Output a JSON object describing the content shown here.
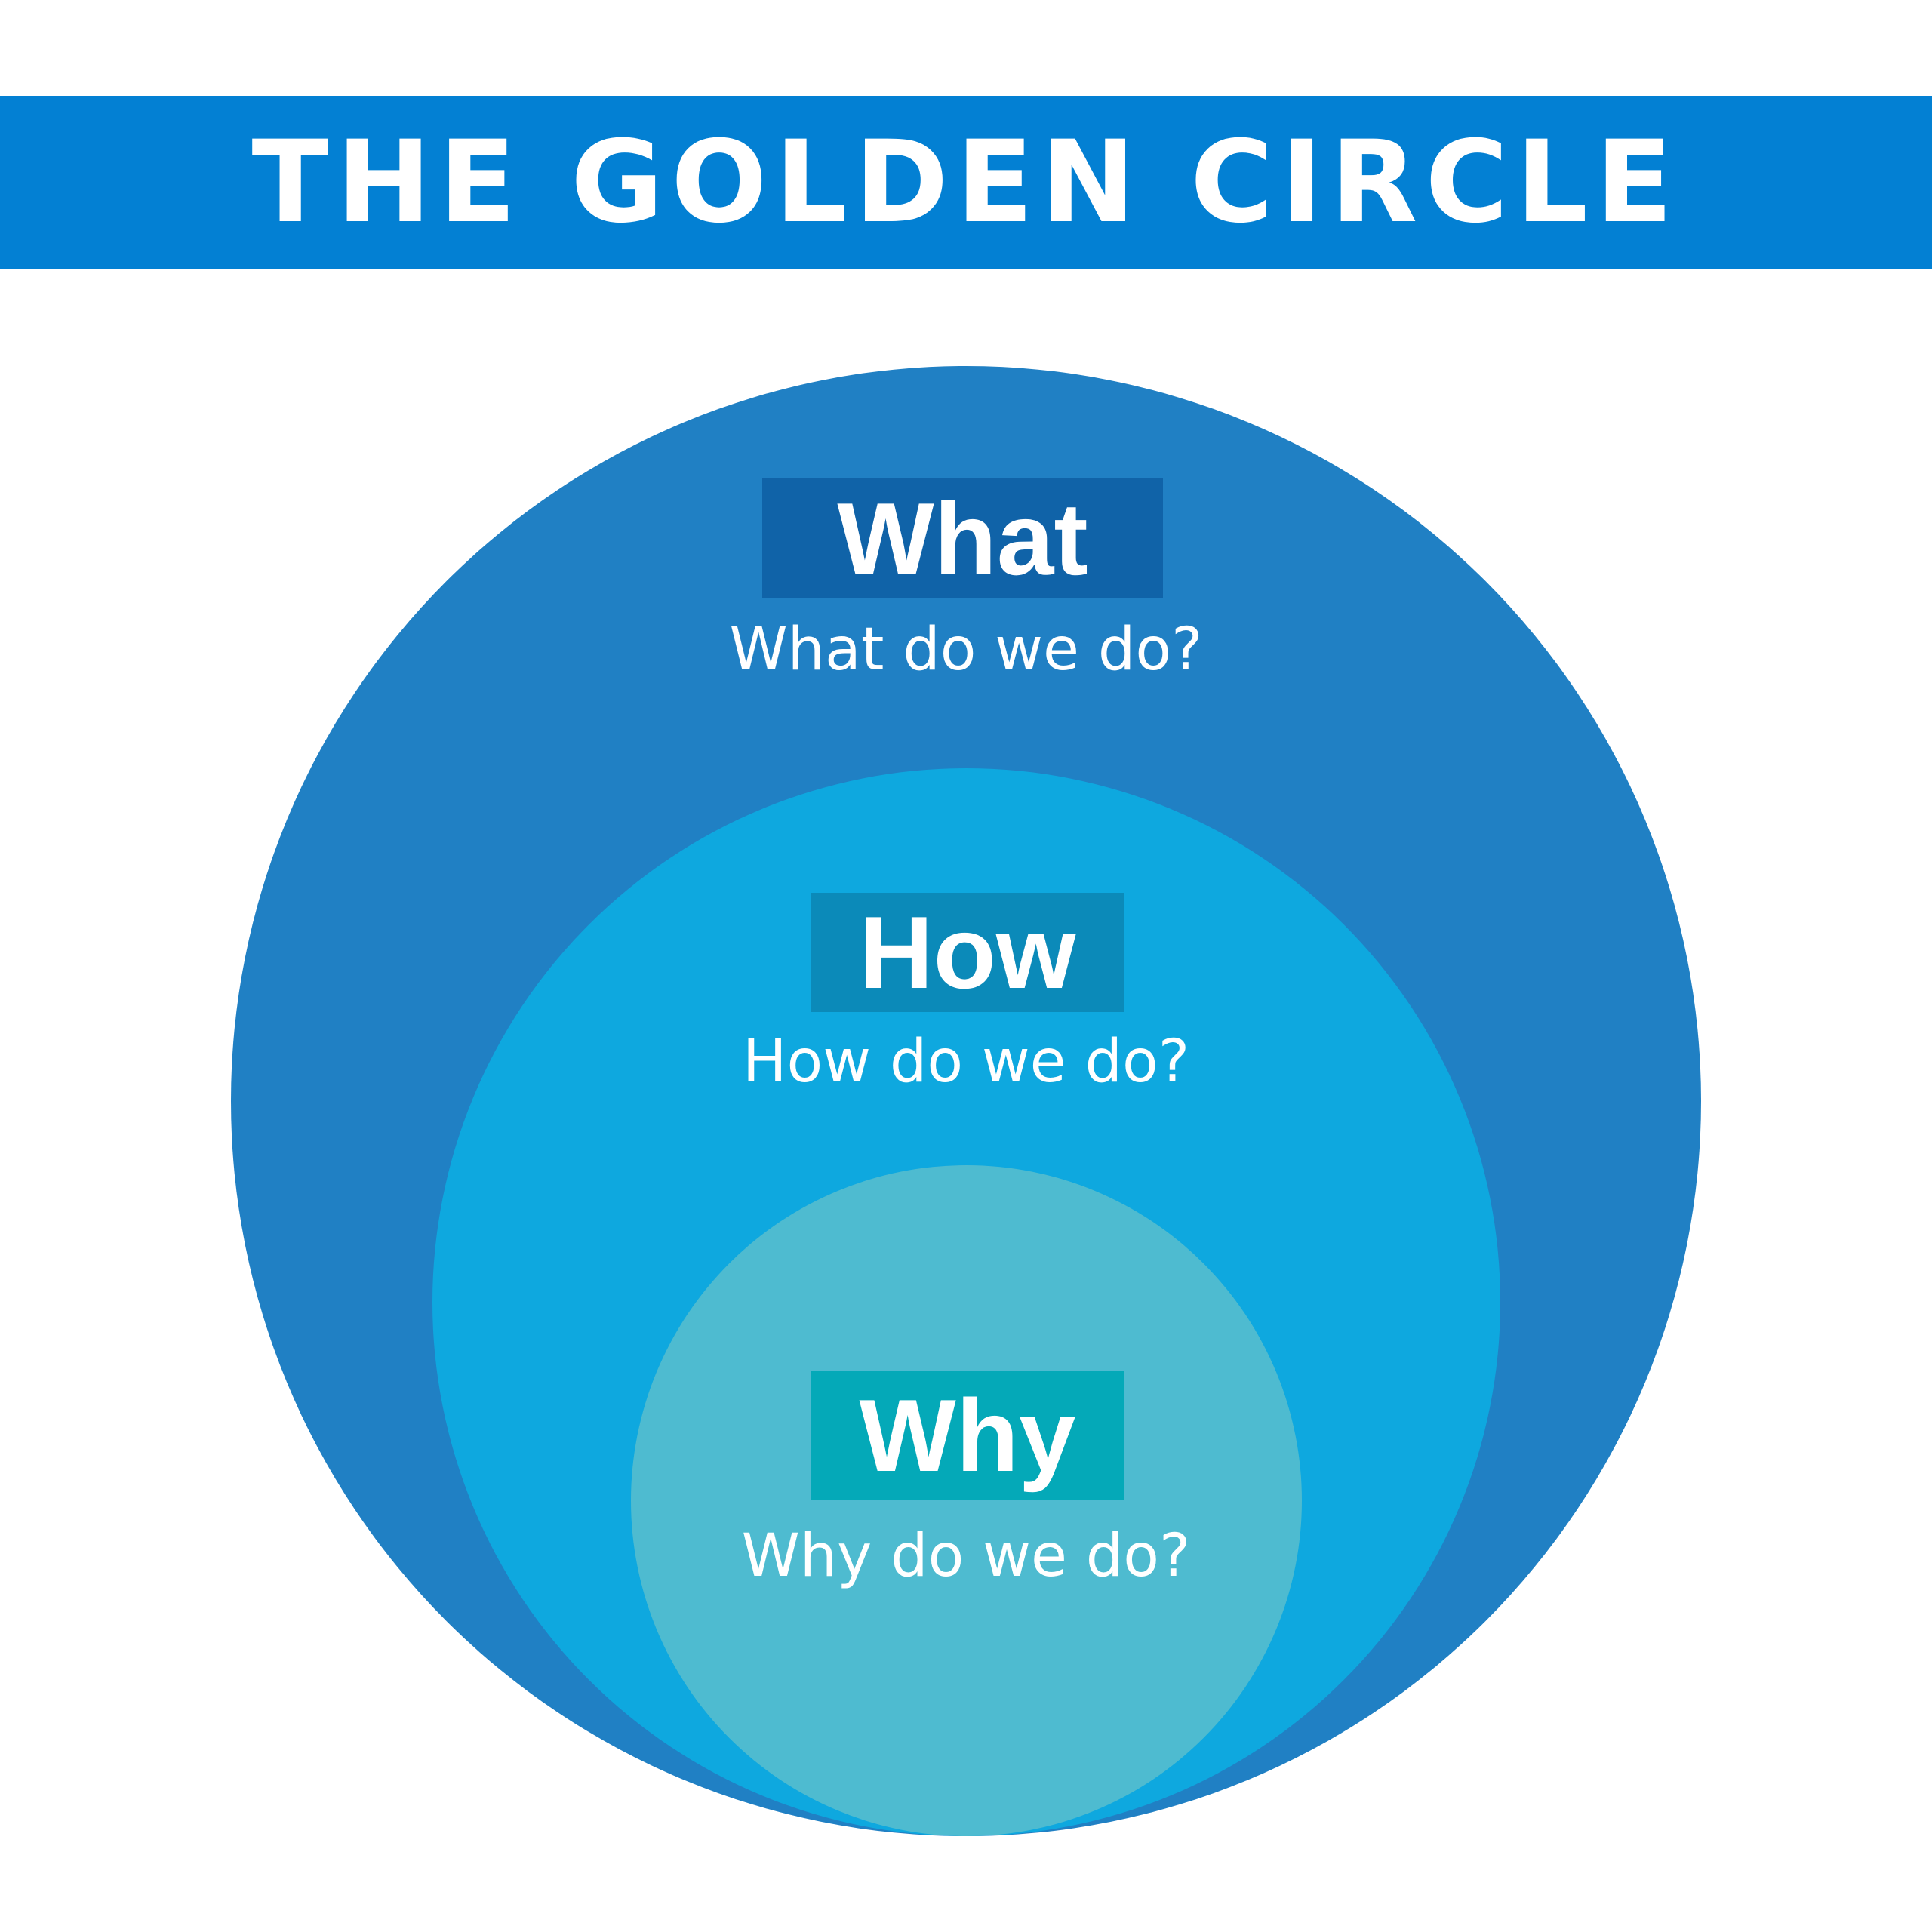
{
  "title": "THE GOLDEN CIRCLE",
  "colors": {
    "title_band": "#0380d3",
    "outer_circle": "#2080c4",
    "middle_circle": "#0ea8df",
    "inner_circle": "#4ebbd0",
    "what_label_bg": "#1063a8",
    "how_label_bg": "#0b8ab9",
    "why_label_bg": "#04a9b8",
    "text": "#ffffff"
  },
  "circles": {
    "what": {
      "label": "What",
      "question": "What do we do?"
    },
    "how": {
      "label": "How",
      "question": "How do we do?"
    },
    "why": {
      "label": "Why",
      "question": "Why do we do?"
    }
  }
}
